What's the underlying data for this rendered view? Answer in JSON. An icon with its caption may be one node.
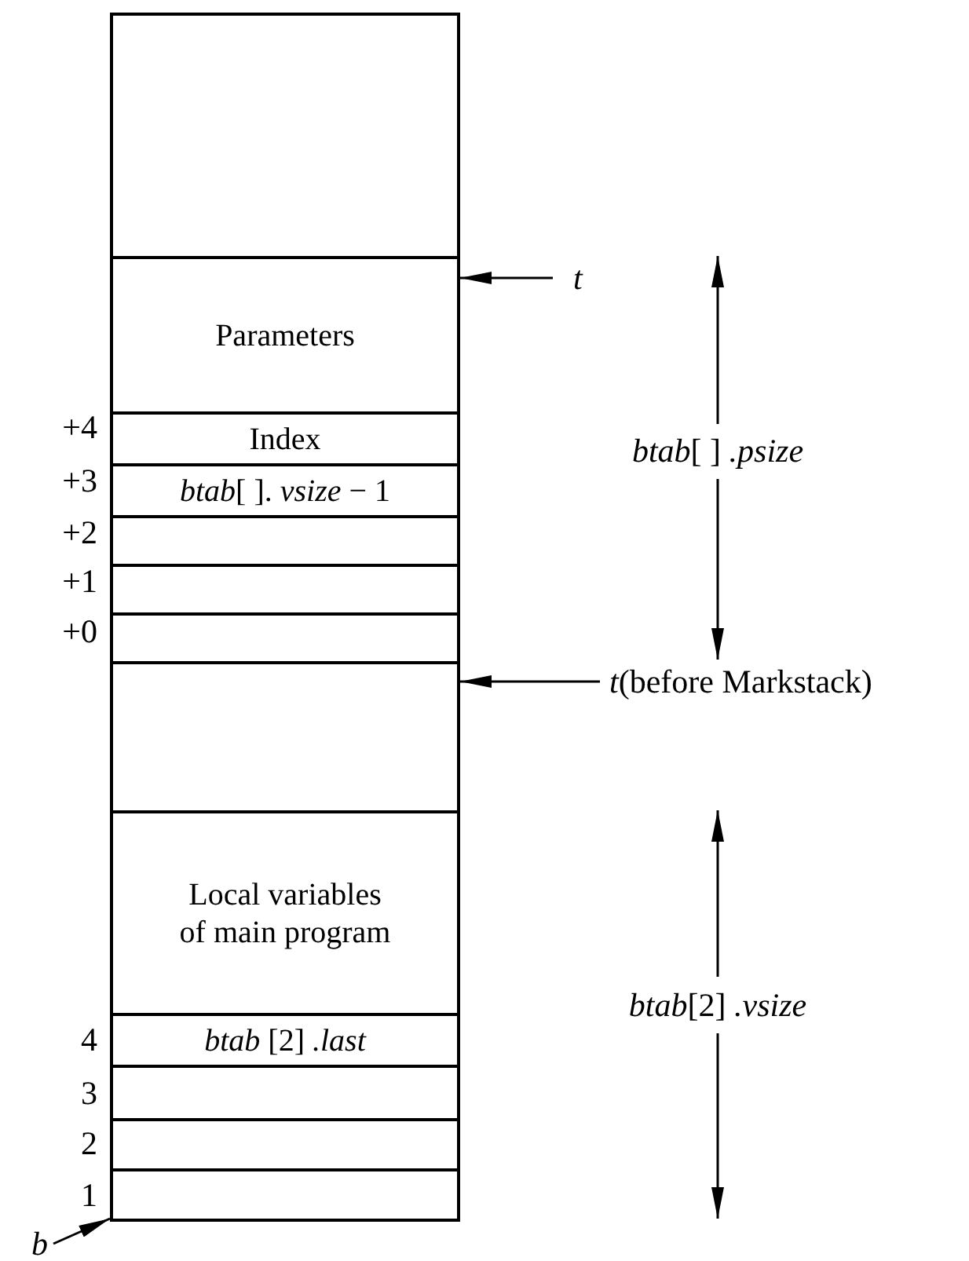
{
  "diagram": {
    "nodes": [
      {
        "text": [],
        "shape": "box"
      },
      {
        "text": [
          "Parameters"
        ]
      },
      {
        "text": [
          "Index"
        ]
      },
      {
        "text": [
          "*btab*[ ]. *vsize* − 1"
        ]
      },
      {
        "text": [],
        "shape": "box"
      },
      {
        "text": [],
        "shape": "box"
      },
      {
        "text": [],
        "shape": "box"
      },
      {
        "text": [],
        "shape": "box"
      },
      {
        "text": [
          "Local variables of main program"
        ]
      },
      {
        "text": [
          "*btab* [2] *.last*"
        ]
      },
      {
        "text": [],
        "shape": "box"
      },
      {
        "text": [],
        "shape": "box"
      },
      {
        "text": [],
        "shape": "box"
      },
      {
        "text": [
          "t"
        ]
      },
      {
        "text": [
          "*t*(before Markstack)"
        ]
      },
      {
        "text": [
          "b"
        ]
      }
    ],
    "edges": [
      {
        "from": 13,
        "to": 1,
        "arrow": "to"
      },
      {
        "from": 14,
        "to": 7,
        "arrow": "to"
      },
      {
        "from": 15,
        "to": 12,
        "arrow": "to"
      }
    ],
    "labels": [
      "*btab*[ ] *.psize*",
      "+4",
      "+3",
      "+2",
      "+1",
      "+0",
      "*btab*[2] *.vsize*",
      "4",
      "3",
      "2",
      "1"
    ]
  }
}
